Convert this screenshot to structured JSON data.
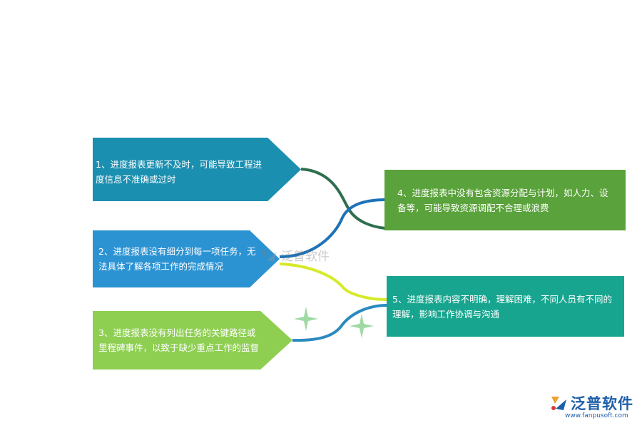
{
  "items": [
    {
      "text": "1、进度报表更新不及时，可能导致工程进度信息不准确或过时",
      "color": "#1a8fb0"
    },
    {
      "text": "2、进度报表没有细分到每一项任务，无法具体了解各项工作的完成情况",
      "color": "#2c93d3"
    },
    {
      "text": "3、进度报表没有列出任务的关键路径或里程碑事件，以致于缺少重点工作的监督",
      "color": "#8ecf52"
    },
    {
      "text": "4、进度报表中没有包含资源分配与计划，如人力、设备等，可能导致资源调配不合理或浪费",
      "color": "#5aa23b"
    },
    {
      "text": "5、进度报表内容不明确，理解困难，不同人员有不同的理解，影响工作协调与沟通",
      "color": "#17a58f"
    }
  ],
  "brand": {
    "name": "泛普软件",
    "url": "www.fanpusoft.com",
    "logo_icon": "fanpu-logo-icon"
  },
  "watermark": {
    "name": "泛普软件"
  },
  "connector_colors": {
    "c1": "#2f6e4f",
    "c2": "#1e72b8",
    "c3": "#d6ea2a",
    "c4": "#2b8ac0"
  },
  "sparkle_color": "#9fd9a3"
}
